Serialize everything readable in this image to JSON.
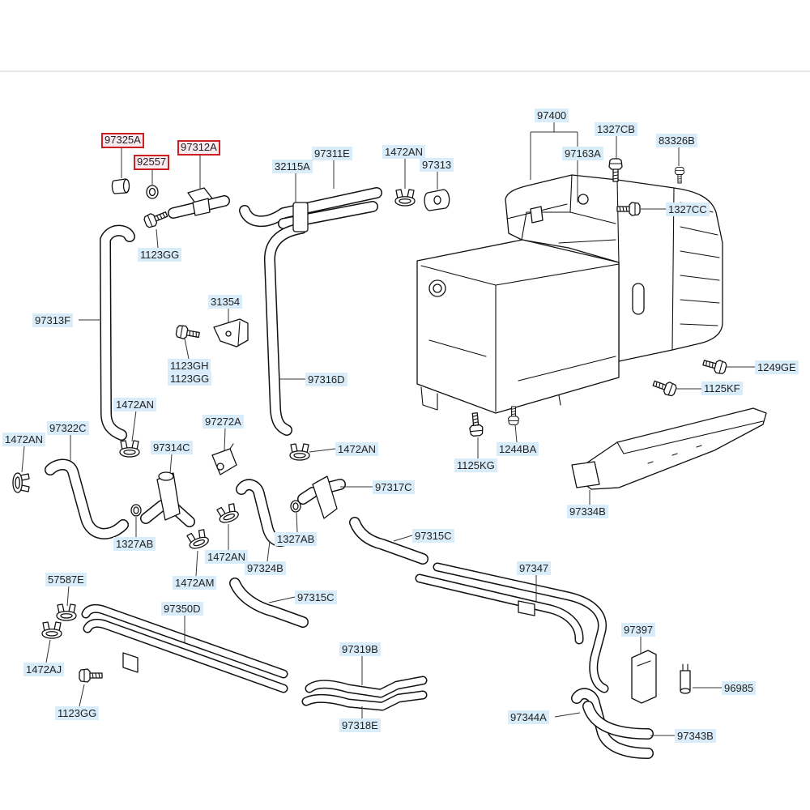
{
  "labels": [
    {
      "text": "97325A",
      "highlighted": true
    },
    {
      "text": "92557",
      "highlighted": true
    },
    {
      "text": "97312A",
      "highlighted": true
    },
    {
      "text": "1123GG",
      "highlighted": false
    },
    {
      "text": "97313F",
      "highlighted": false
    },
    {
      "text": "32115A",
      "highlighted": false
    },
    {
      "text": "97311E",
      "highlighted": false
    },
    {
      "text": "1472AN",
      "highlighted": false
    },
    {
      "text": "97313",
      "highlighted": false
    },
    {
      "text": "97400",
      "highlighted": false
    },
    {
      "text": "1327CB",
      "highlighted": false
    },
    {
      "text": "83326B",
      "highlighted": false
    },
    {
      "text": "97163A",
      "highlighted": false
    },
    {
      "text": "1327CC",
      "highlighted": false
    },
    {
      "text": "31354",
      "highlighted": false
    },
    {
      "text": "1123GH",
      "highlighted": false
    },
    {
      "text": "1123GG",
      "highlighted": false
    },
    {
      "text": "97316D",
      "highlighted": false
    },
    {
      "text": "1249GE",
      "highlighted": false
    },
    {
      "text": "1125KF",
      "highlighted": false
    },
    {
      "text": "1472AN",
      "highlighted": false
    },
    {
      "text": "97272A",
      "highlighted": false
    },
    {
      "text": "1472AN",
      "highlighted": false
    },
    {
      "text": "97322C",
      "highlighted": false
    },
    {
      "text": "97314C",
      "highlighted": false
    },
    {
      "text": "1472AN",
      "highlighted": false
    },
    {
      "text": "1244BA",
      "highlighted": false
    },
    {
      "text": "1125KG",
      "highlighted": false
    },
    {
      "text": "97317C",
      "highlighted": false
    },
    {
      "text": "97334B",
      "highlighted": false
    },
    {
      "text": "1327AB",
      "highlighted": false
    },
    {
      "text": "1327AB",
      "highlighted": false
    },
    {
      "text": "97315C",
      "highlighted": false
    },
    {
      "text": "1472AN",
      "highlighted": false
    },
    {
      "text": "97324B",
      "highlighted": false
    },
    {
      "text": "1472AM",
      "highlighted": false
    },
    {
      "text": "97347",
      "highlighted": false
    },
    {
      "text": "57587E",
      "highlighted": false
    },
    {
      "text": "97315C",
      "highlighted": false
    },
    {
      "text": "97350D",
      "highlighted": false
    },
    {
      "text": "97397",
      "highlighted": false
    },
    {
      "text": "97319B",
      "highlighted": false
    },
    {
      "text": "1472AJ",
      "highlighted": false
    },
    {
      "text": "96985",
      "highlighted": false
    },
    {
      "text": "1123GG",
      "highlighted": false
    },
    {
      "text": "97318E",
      "highlighted": false
    },
    {
      "text": "97344A",
      "highlighted": false
    },
    {
      "text": "97343B",
      "highlighted": false
    }
  ],
  "colors": {
    "label_background": "#d9ecf9",
    "highlight_border": "#cc1f24",
    "highlight_background": "#f7e9ee",
    "line_art": "#111111"
  }
}
